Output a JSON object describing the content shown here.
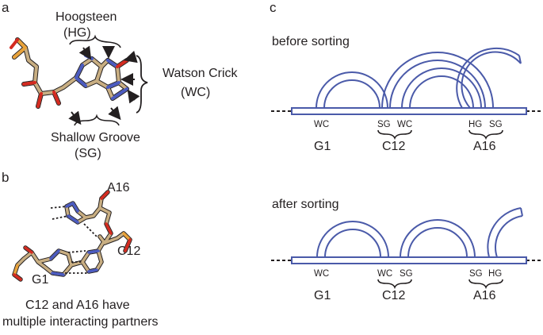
{
  "panels": {
    "a": {
      "label": "a",
      "hoogsteen": "Hoogsteen",
      "hoogsteen_abbr": "(HG)",
      "watson_crick": "Watson Crick",
      "watson_crick_abbr": "(WC)",
      "shallow_groove": "Shallow Groove",
      "shallow_groove_abbr": "(SG)"
    },
    "b": {
      "label": "b",
      "res_a16": "A16",
      "res_c12": "C12",
      "res_g1": "G1",
      "caption_line1": "C12 and A16 have",
      "caption_line2": "multiple interacting partners"
    },
    "c": {
      "label": "c",
      "before_title": "before sorting",
      "after_title": "after sorting",
      "before": {
        "edges": [
          "WC",
          "SG",
          "WC",
          "HG",
          "SG"
        ],
        "residues": [
          "G1",
          "C12",
          "A16"
        ]
      },
      "after": {
        "edges": [
          "WC",
          "WC",
          "SG",
          "SG",
          "HG"
        ],
        "residues": [
          "G1",
          "C12",
          "A16"
        ]
      }
    }
  },
  "colors": {
    "arc": "#4a5aa9",
    "text": "#231f20",
    "carbon": "#c8ae82",
    "nitrogen": "#4b5bc0",
    "oxygen": "#d42a20",
    "phosphorus": "#e8a23a"
  }
}
